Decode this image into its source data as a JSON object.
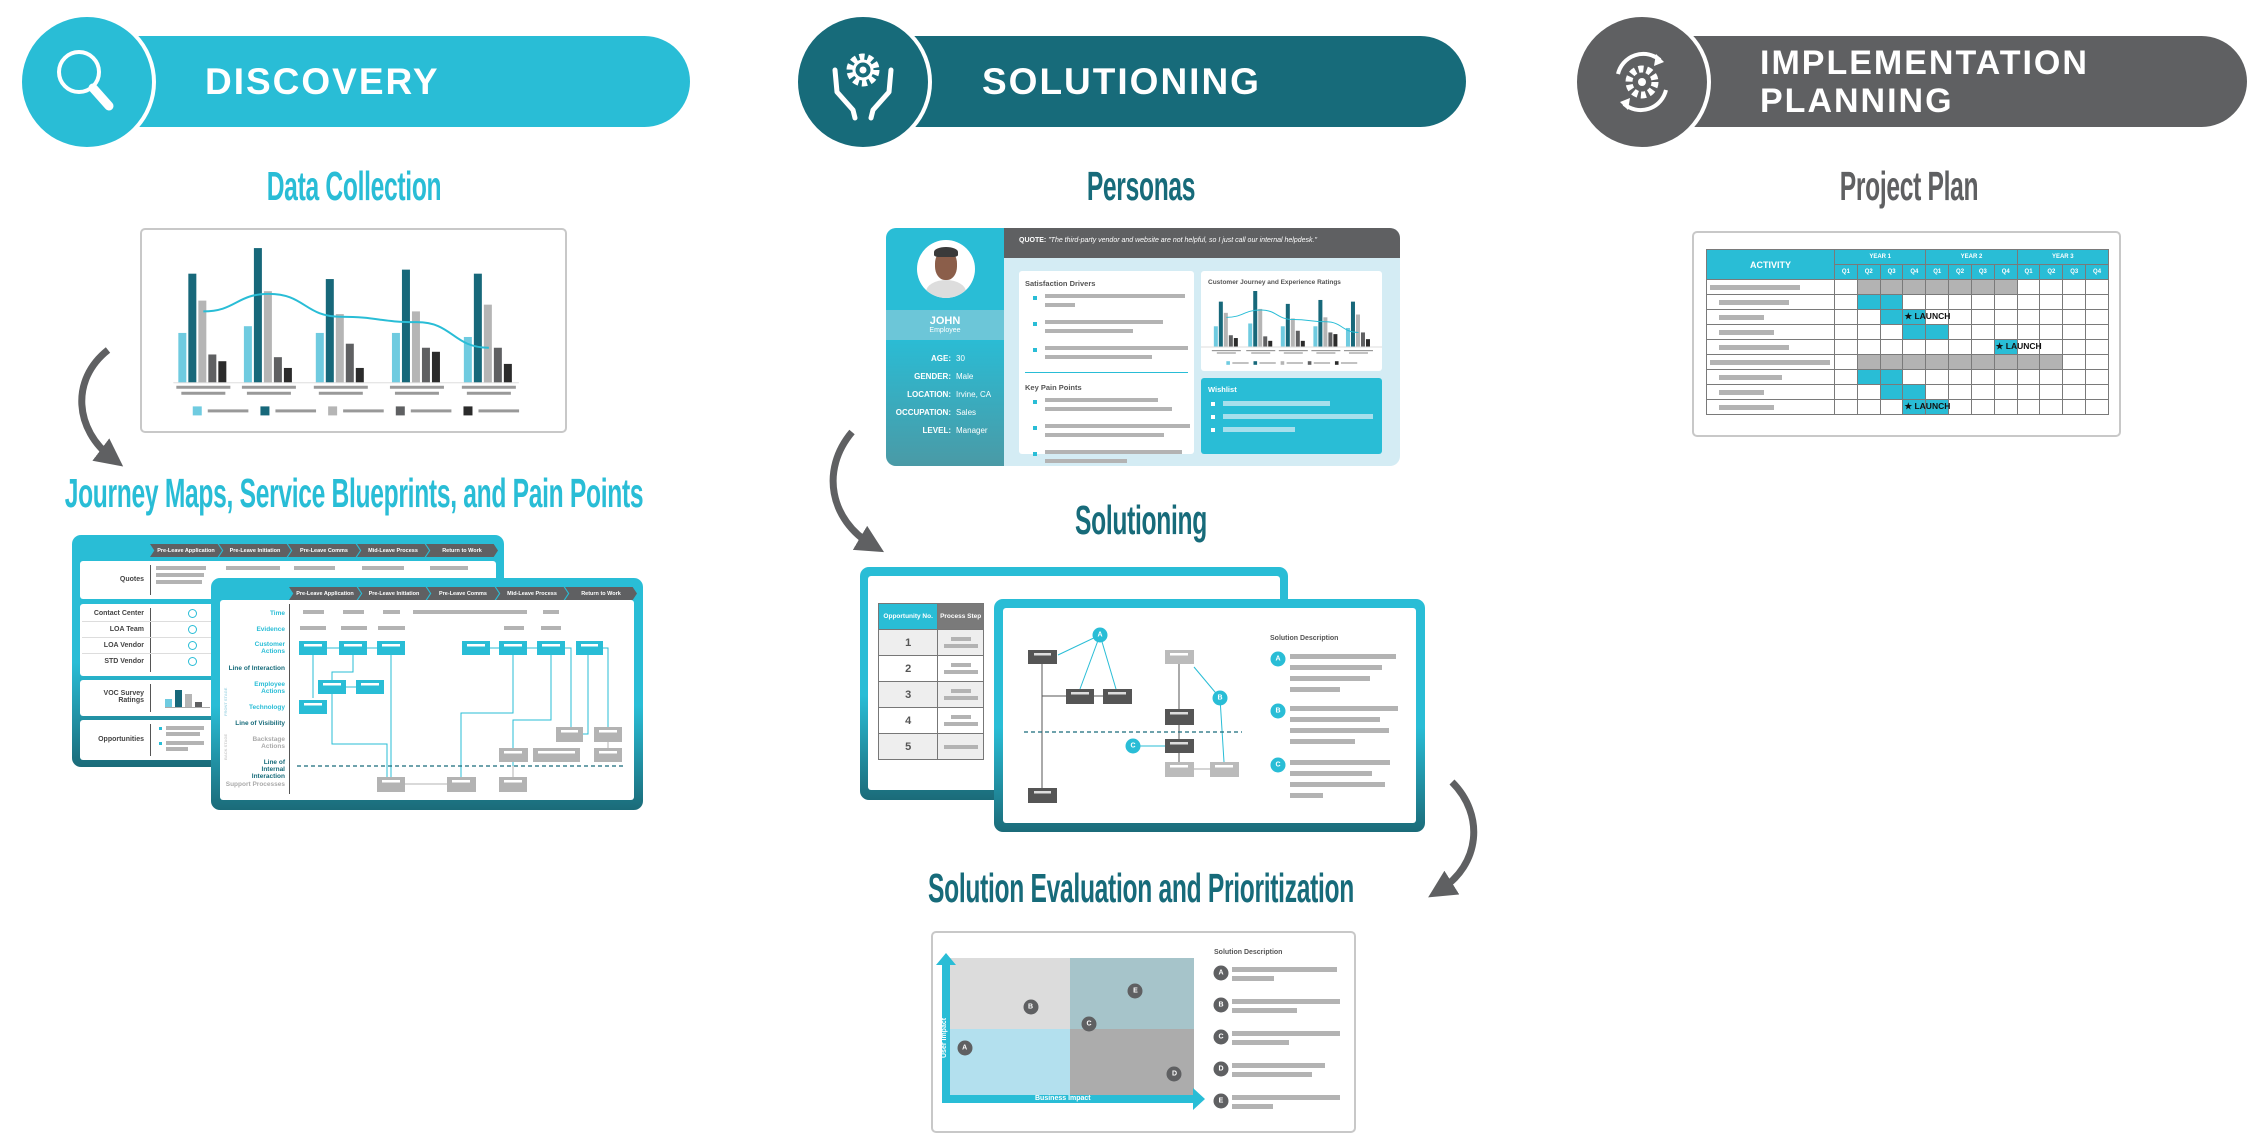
{
  "colors": {
    "cyan": "#29bdd6",
    "teal": "#176b7a",
    "gray": "#5f6062",
    "light_gray": "#b3b3b3"
  },
  "phases": [
    {
      "label": "DISCOVERY",
      "icon": "magnifier-icon",
      "color": "#29bdd6"
    },
    {
      "label": "SOLUTIONING",
      "icon": "hands-gear-icon",
      "color": "#176b7a"
    },
    {
      "label_line1": "IMPLEMENTATION",
      "label_line2": "PLANNING",
      "icon": "cycle-gear-icon",
      "color": "#5f6062"
    }
  ],
  "discovery": {
    "data_collection": {
      "title": "Data Collection",
      "chart": {
        "type": "bar",
        "groups": 5,
        "series_colors": [
          "#6fcbe0",
          "#17687a",
          "#b5b5b5",
          "#5f6062",
          "#2b2b2b"
        ],
        "values": [
          [
            37,
            81,
            61,
            21,
            16
          ],
          [
            42,
            100,
            68,
            19,
            11
          ],
          [
            37,
            77,
            51,
            29,
            11
          ],
          [
            37,
            84,
            53,
            26,
            23
          ],
          [
            34,
            81,
            58,
            26,
            14
          ]
        ],
        "trend": [
          53,
          66,
          49,
          45,
          26
        ]
      }
    },
    "journey": {
      "title": "Journey Maps, Service Blueprints, and Pain Points",
      "stages": [
        "Pre-Leave Application",
        "Pre-Leave Initiation",
        "Pre-Leave Comms",
        "Mid-Leave Process",
        "Return to Work"
      ],
      "back_rows": {
        "quotes": "Quotes",
        "contacts": [
          "Contact Center",
          "LOA Team",
          "LOA Vendor",
          "STD Vendor"
        ],
        "voc": "VOC Survey Ratings",
        "opportunities": "Opportunities"
      },
      "front_rows": [
        "Time",
        "Evidence",
        "Customer Actions",
        "Line of Interaction",
        "Employee Actions",
        "Technology",
        "Line of Visibility",
        "Backstage Actions",
        "Line of Internal Interaction",
        "Support Processes"
      ],
      "side_labels": [
        "FRONT STAGE",
        "BACK STAGE"
      ]
    }
  },
  "solutioning": {
    "personas": {
      "title": "Personas",
      "quote_label": "QUOTE:",
      "quote": "\"The third-party vendor and website are not helpful, so I just call our internal helpdesk.\"",
      "name": "JOHN",
      "role": "Employee",
      "fields": [
        {
          "k": "AGE:",
          "v": "30"
        },
        {
          "k": "GENDER:",
          "v": "Male"
        },
        {
          "k": "LOCATION:",
          "v": "Irvine, CA"
        },
        {
          "k": "OCCUPATION:",
          "v": "Sales"
        },
        {
          "k": "LEVEL:",
          "v": "Manager"
        }
      ],
      "satisfaction_title": "Satisfaction Drivers",
      "pain_title": "Key Pain Points",
      "chart_title": "Customer Journey and Experience Ratings",
      "wishlist_title": "Wishlist"
    },
    "solutioning": {
      "title": "Solutioning",
      "table_headers": [
        "Opportunity No.",
        "Process Step"
      ],
      "table_rows": [
        "1",
        "2",
        "3",
        "4",
        "5"
      ],
      "description_title": "Solution Description",
      "markers": [
        "A",
        "B",
        "C"
      ]
    },
    "evaluation": {
      "title": "Solution Evaluation and Prioritization",
      "x_axis": "Business Impact",
      "y_axis": "User Impact",
      "points": [
        {
          "label": "A",
          "business": 0.6,
          "user": 3.4
        },
        {
          "label": "B",
          "business": 3.3,
          "user": 6.4
        },
        {
          "label": "C",
          "business": 5.7,
          "user": 5.2
        },
        {
          "label": "D",
          "business": 9.2,
          "user": 1.5
        },
        {
          "label": "E",
          "business": 7.6,
          "user": 7.6
        }
      ],
      "description_title": "Solution Description",
      "items": [
        "A",
        "B",
        "C",
        "D",
        "E"
      ]
    }
  },
  "implementation": {
    "project_plan": {
      "title": "Project Plan",
      "activity_header": "ACTIVITY",
      "years": [
        "YEAR 1",
        "YEAR 2",
        "YEAR 3"
      ],
      "quarters": [
        "Q1",
        "Q2",
        "Q3",
        "Q4"
      ],
      "launch_label": "LAUNCH",
      "rows": [
        {
          "level": 0,
          "cells": [
            "",
            "g",
            "g",
            "g",
            "g",
            "g",
            "g",
            "g",
            "",
            "",
            "",
            ""
          ]
        },
        {
          "level": 1,
          "cells": [
            "",
            "b",
            "b",
            "",
            "",
            "",
            "",
            "",
            "",
            "",
            "",
            ""
          ]
        },
        {
          "level": 1,
          "cells": [
            "",
            "",
            "b",
            "L",
            "",
            "",
            "",
            "",
            "",
            "",
            "",
            ""
          ]
        },
        {
          "level": 1,
          "cells": [
            "",
            "",
            "",
            "b",
            "b",
            "",
            "",
            "",
            "",
            "",
            "",
            ""
          ]
        },
        {
          "level": 1,
          "cells": [
            "",
            "",
            "",
            "",
            "",
            "",
            "",
            "L",
            "",
            "",
            "",
            ""
          ]
        },
        {
          "level": 0,
          "cells": [
            "",
            "g",
            "g",
            "g",
            "g",
            "g",
            "g",
            "g",
            "g",
            "g",
            "",
            ""
          ]
        },
        {
          "level": 1,
          "cells": [
            "",
            "b",
            "b",
            "",
            "",
            "",
            "",
            "",
            "",
            "",
            "",
            ""
          ]
        },
        {
          "level": 1,
          "cells": [
            "",
            "",
            "b",
            "b",
            "",
            "",
            "",
            "",
            "",
            "",
            "",
            ""
          ]
        },
        {
          "level": 1,
          "cells": [
            "",
            "",
            "",
            "L",
            "b",
            "",
            "",
            "",
            "",
            "",
            "",
            ""
          ]
        }
      ]
    }
  }
}
